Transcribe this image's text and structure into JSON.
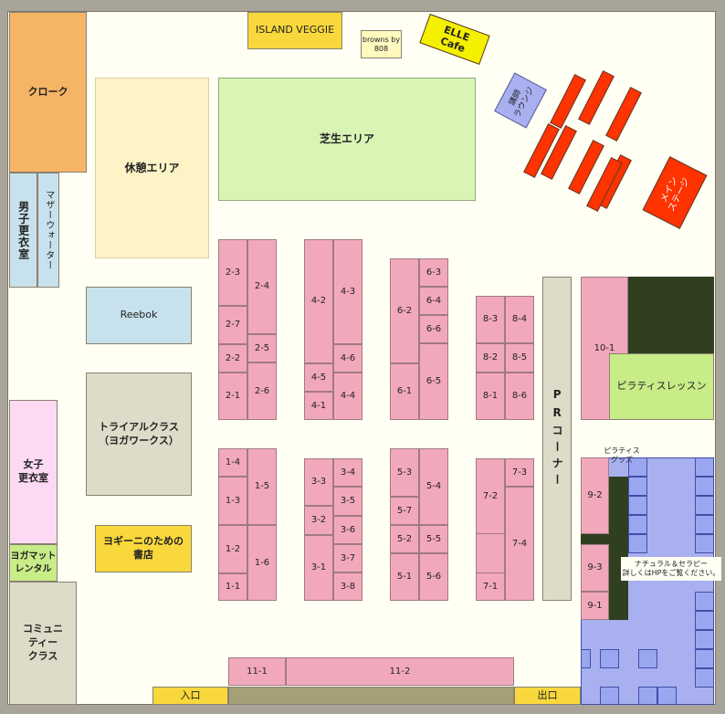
{
  "colors": {
    "booth": "#f2a8bb",
    "stage": "#ff3300",
    "lawn": "#d8f5b6",
    "rest": "#fdf3c6",
    "cream": "#fffff4",
    "gray": "#dcdcc8",
    "blue": "#c7e2ec",
    "yellow": "#f8d83c",
    "lavender": "#a8b0f0",
    "pink": "#fddaf4",
    "orange": "#f6b465",
    "olive": "#a6a078",
    "green": "#c7ec88",
    "darkgreen": "#2f3f1f"
  },
  "areas": {
    "cloak": "クローク",
    "mens_room": "男子更衣室",
    "water": "マザーウォーター",
    "rest": "休憩エリア",
    "lawn": "芝生エリア",
    "island": "ISLAND VEGGIE",
    "browns": "browns by\n808",
    "elle": "ELLE\nCafe",
    "lecture": "講師\nラウンジ",
    "main_stage": "メイン\nステージ",
    "reebok": "Reebok",
    "trial": "トライアルクラス\n（ヨガワークス）",
    "bookstore": "ヨギーニのための\n書店",
    "womens_room": "女子\n更衣室",
    "mat_rental": "ヨガマット\nレンタル",
    "community": "コミュニ\nティー\nクラス",
    "pr": "PRコーナー",
    "pilates_lesson": "ピラティスレッスン",
    "pilates_goods": "ピラティス\nグッズ",
    "natural_therapy": "ナチュラル＆セラピー\n詳しくはHPをご覧ください。",
    "entrance": "入口",
    "exit": "出口"
  },
  "booths": [
    "2-3",
    "2-7",
    "2-2",
    "2-1",
    "2-4",
    "2-5",
    "2-6",
    "4-2",
    "4-5",
    "4-1",
    "4-3",
    "4-6",
    "4-4",
    "6-2",
    "6-1",
    "6-3",
    "6-4",
    "6-6",
    "6-5",
    "8-3",
    "8-2",
    "8-1",
    "8-4",
    "8-5",
    "8-6",
    "10-1",
    "1-4",
    "1-3",
    "1-2",
    "1-1",
    "1-5",
    "1-6",
    "3-3",
    "3-2",
    "3-1",
    "3-4",
    "3-5",
    "3-6",
    "3-7",
    "3-8",
    "5-3",
    "5-7",
    "5-2",
    "5-1",
    "5-4",
    "5-5",
    "5-6",
    "7-2",
    "7-1",
    "7-3",
    "7-4",
    "9-2",
    "9-3",
    "9-1",
    "11-1",
    "11-2"
  ]
}
